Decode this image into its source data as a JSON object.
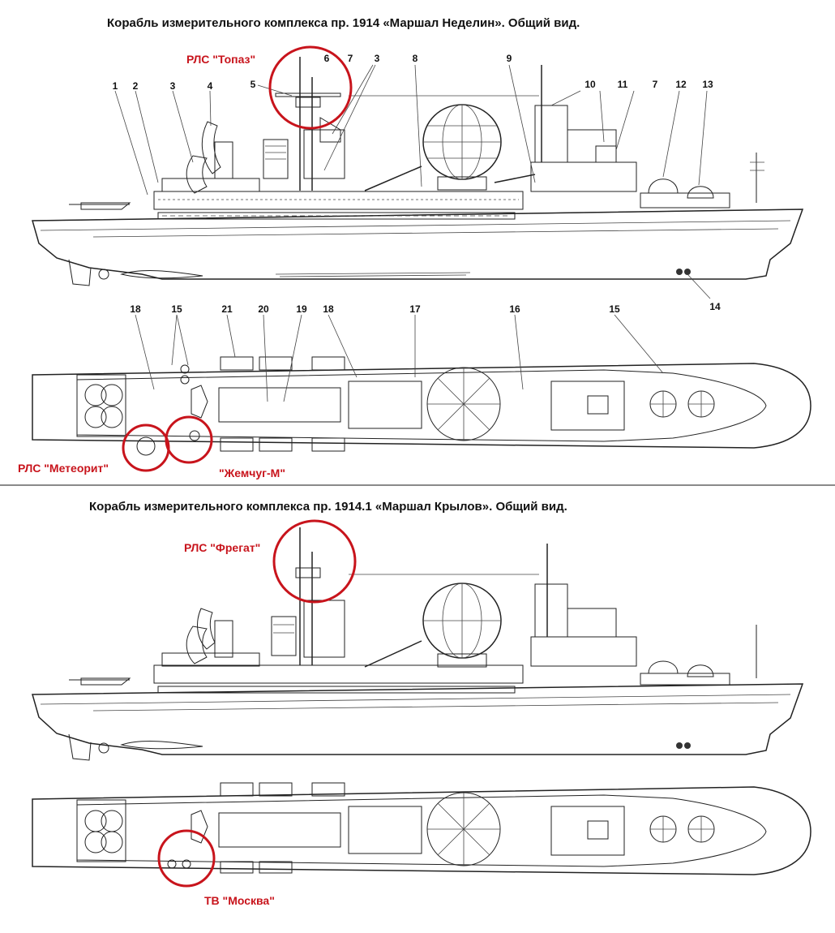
{
  "titles": {
    "top": "Корабль измерительного комплекса пр. 1914 «Маршал Неделин». Общий вид.",
    "bottom": "Корабль измерительного комплекса пр. 1914.1 «Маршал Крылов». Общий вид."
  },
  "callouts": {
    "topaz": "РЛС \"Топаз\"",
    "meteorit": "РЛС \"Метеорит\"",
    "zhemchug": "\"Жемчуг-М\"",
    "fregat": "РЛС \"Фрегат\"",
    "moskva": "ТВ \"Москва\""
  },
  "side_view_numbers": [
    "1",
    "2",
    "3",
    "4",
    "5",
    "6",
    "7",
    "3",
    "8",
    "9",
    "10",
    "11",
    "7",
    "12",
    "13",
    "14"
  ],
  "plan_view_numbers": [
    "18",
    "15",
    "21",
    "20",
    "19",
    "18",
    "17",
    "16",
    "15"
  ],
  "colors": {
    "callout": "#c8141c",
    "line": "#222222",
    "separator": "#8a8a8a"
  }
}
